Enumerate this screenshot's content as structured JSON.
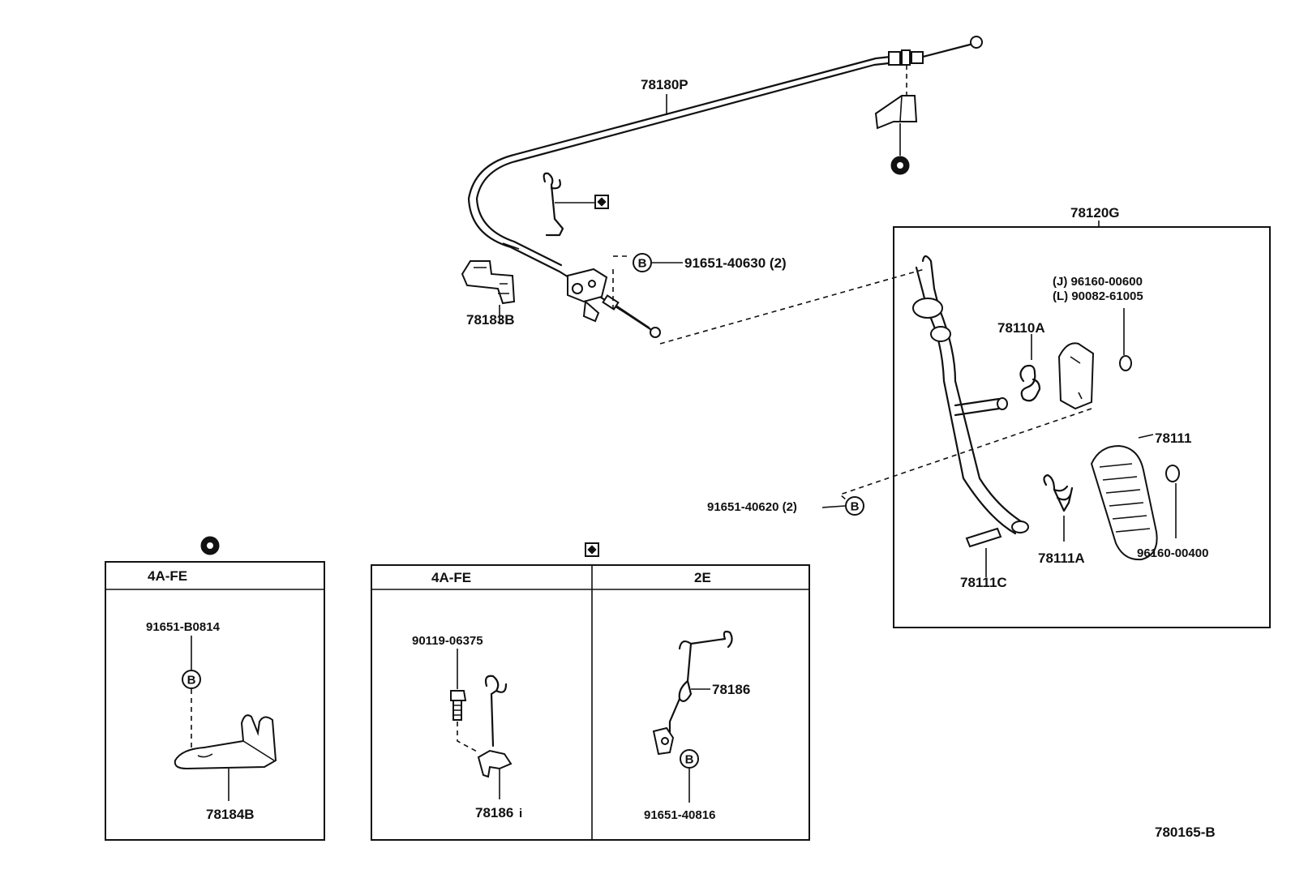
{
  "parts": {
    "cable": "78180P",
    "pedal_assy": "78120G",
    "bracket_lower": "78183B",
    "bolt_cable_clamp": "91651-40630 (2)",
    "nut_j": "(J) 96160-00600",
    "nut_l": "(L) 90082-61005",
    "spring_a": "78110A",
    "pad": "78111",
    "bolt_pedal": "91651-40620 (2)",
    "pin": "78111C",
    "spring_b": "78111A",
    "nut_pad": "96160-00400",
    "bolt_4afe_bracket": "91651-B0814",
    "bracket_4afe": "78184B",
    "bolt_4afe_clamp": "90119-06375",
    "clamp_4afe": "78186",
    "clamp_4afe_mark": "i",
    "clamp_2e": "78186",
    "bolt_2e_clamp": "91651-40816"
  },
  "panels": {
    "circle_variant": {
      "engine": "4A-FE"
    },
    "diamond_variant": {
      "left_engine": "4A-FE",
      "right_engine": "2E"
    }
  },
  "symbols": {
    "bolt_mark": "B"
  },
  "figure_id": "780165-B"
}
